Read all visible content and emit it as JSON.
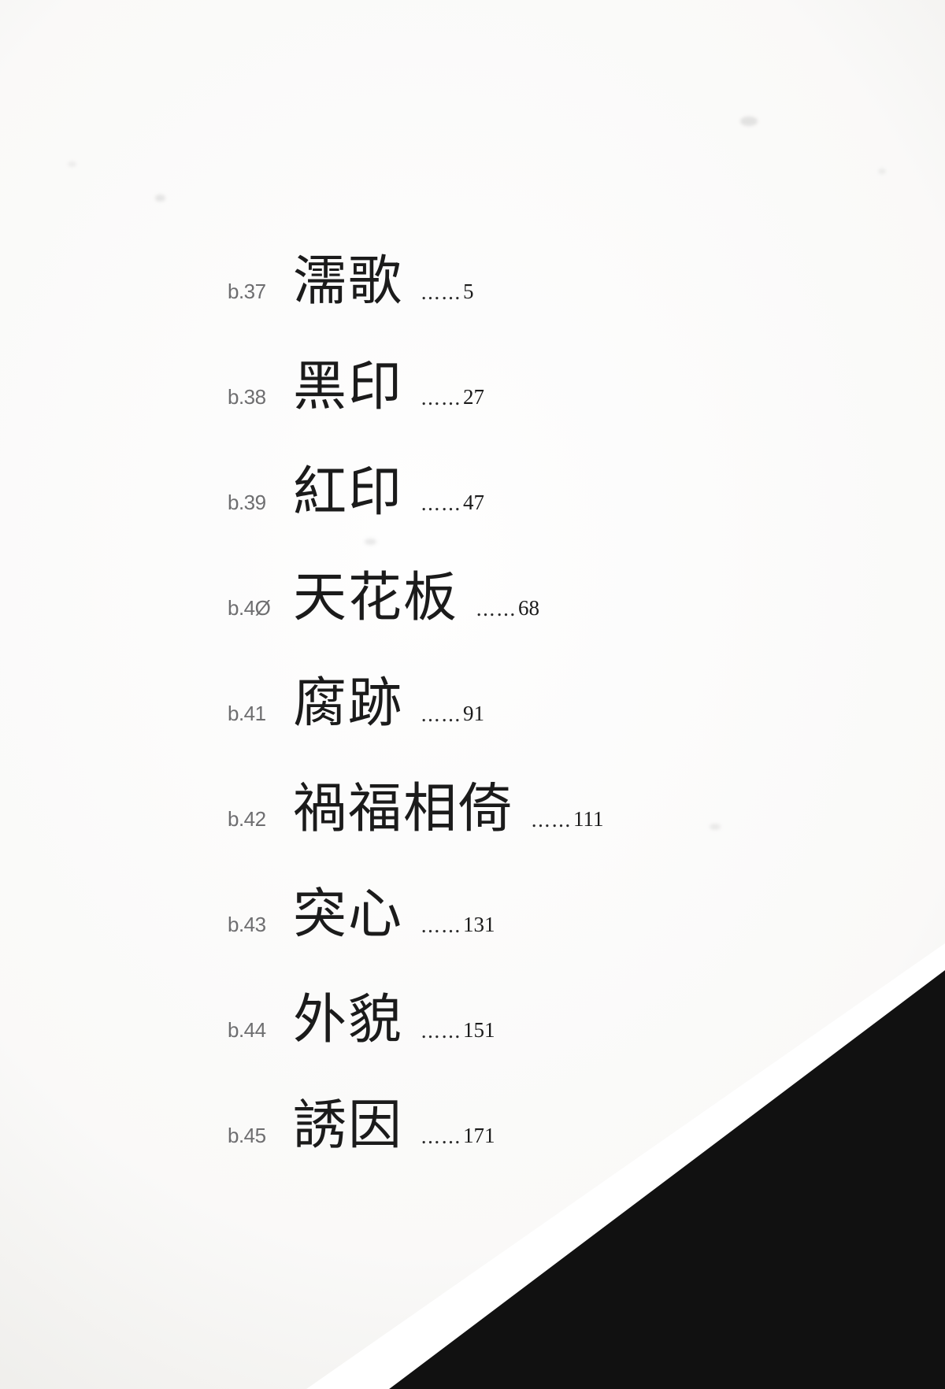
{
  "page": {
    "type": "table-of-contents",
    "background_color": "#fefefe",
    "text_color": "#1b1b1b",
    "tag_color": "#6e6e70"
  },
  "contents": {
    "entries": [
      {
        "tag": "b.37",
        "title": "濡歌",
        "leader": "……",
        "page": "5"
      },
      {
        "tag": "b.38",
        "title": "黑印",
        "leader": "……",
        "page": "27"
      },
      {
        "tag": "b.39",
        "title": "紅印",
        "leader": "……",
        "page": "47"
      },
      {
        "tag": "b.4Ø",
        "title": "天花板",
        "leader": "……",
        "page": "68"
      },
      {
        "tag": "b.41",
        "title": "腐跡",
        "leader": "……",
        "page": "91"
      },
      {
        "tag": "b.42",
        "title": "禍福相倚",
        "leader": "……",
        "page": "111"
      },
      {
        "tag": "b.43",
        "title": "突心",
        "leader": "……",
        "page": "131"
      },
      {
        "tag": "b.44",
        "title": "外貌",
        "leader": "……",
        "page": "151"
      },
      {
        "tag": "b.45",
        "title": "誘因",
        "leader": "……",
        "page": "171"
      }
    ]
  },
  "decoration": {
    "wedge_color": "#111111",
    "wedge_name": "diagonal-black-wedge"
  }
}
